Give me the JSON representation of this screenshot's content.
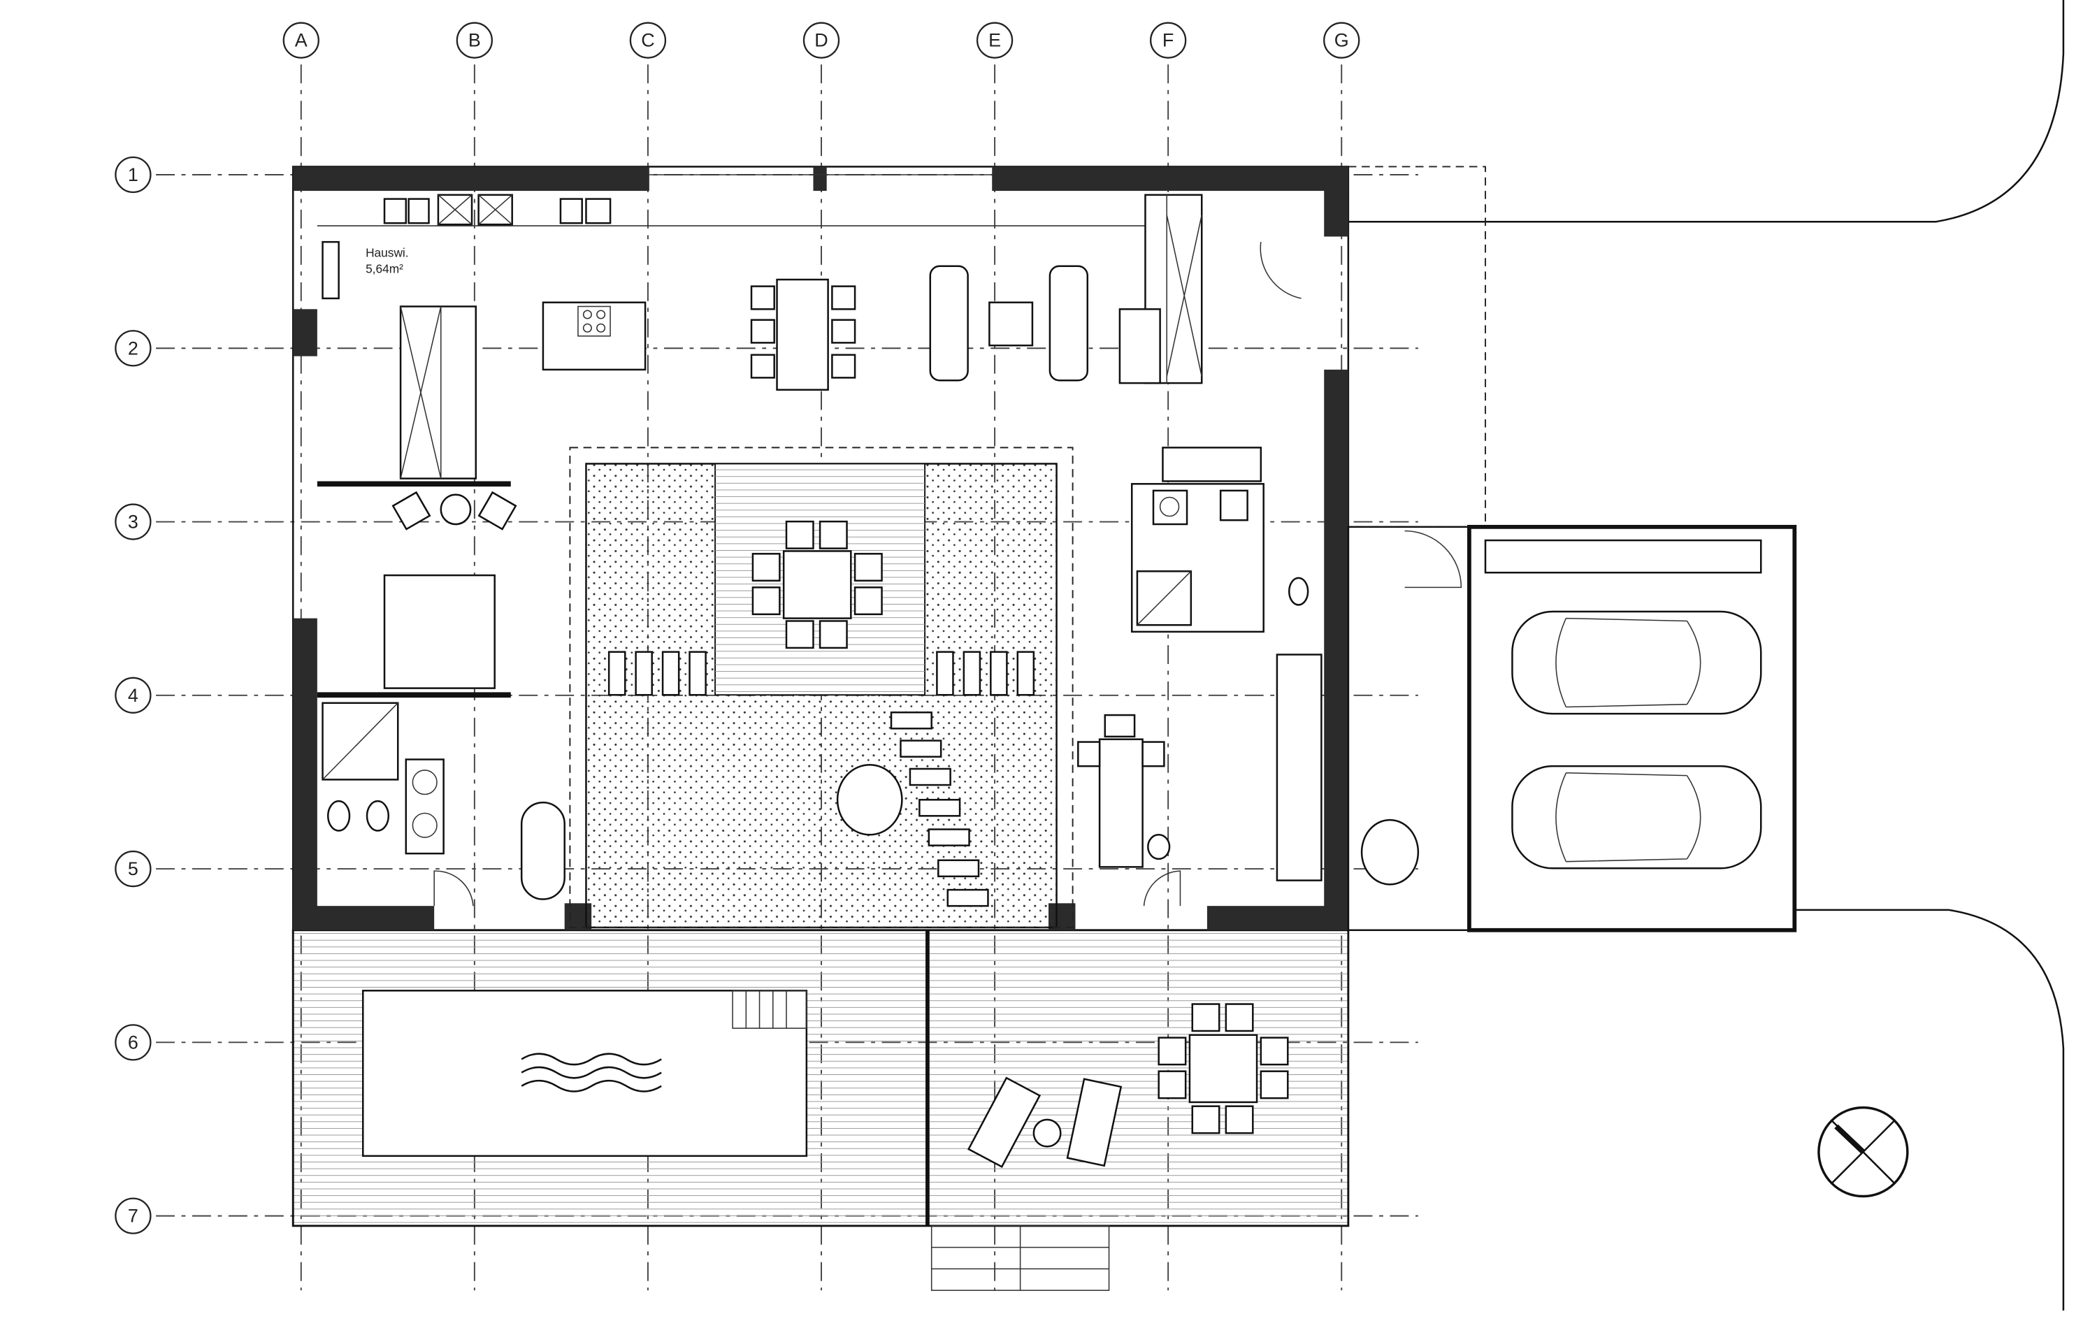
{
  "drawing": {
    "grid_columns": [
      "A",
      "B",
      "C",
      "D",
      "E",
      "F",
      "G"
    ],
    "grid_rows": [
      "1",
      "2",
      "3",
      "4",
      "5",
      "6",
      "7"
    ],
    "rooms": [
      {
        "name": "Hauswi.",
        "area": "5,64m²"
      }
    ]
  },
  "colors": {
    "line": "#111111",
    "wall": "#2b2b2b",
    "background": "#ffffff"
  }
}
